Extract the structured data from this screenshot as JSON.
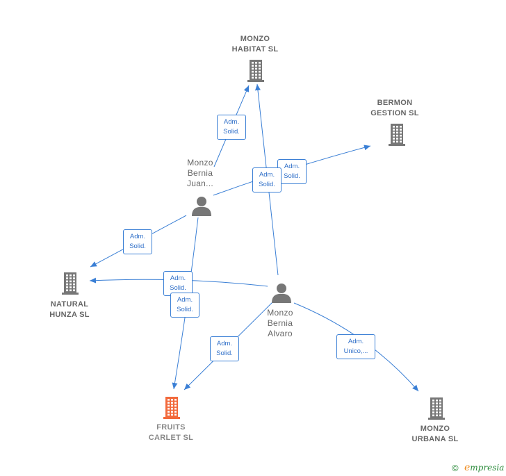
{
  "nodes": {
    "monzo_habitat": {
      "lines": [
        "MONZO",
        "HABITAT  SL"
      ],
      "icon": "building-icon"
    },
    "bermon": {
      "lines": [
        "BERMON",
        "GESTION  SL"
      ],
      "icon": "building-icon"
    },
    "natural_hunza": {
      "lines": [
        "NATURAL",
        "HUNZA  SL"
      ],
      "icon": "building-icon"
    },
    "fruits_carlet": {
      "lines": [
        "FRUITS",
        "CARLET  SL"
      ],
      "icon": "building-icon",
      "color": "#f26a3c"
    },
    "monzo_urbana": {
      "lines": [
        "MONZO",
        "URBANA SL"
      ],
      "icon": "building-icon"
    },
    "juan": {
      "lines": [
        "Monzo",
        "Bernia",
        "Juan..."
      ],
      "icon": "person-icon"
    },
    "alvaro": {
      "lines": [
        "Monzo",
        "Bernia",
        "Alvaro"
      ],
      "icon": "person-icon"
    }
  },
  "edges": {
    "juan_habitat": [
      "Adm.",
      "Solid."
    ],
    "alvaro_habitat": [
      "Adm.",
      "Solid."
    ],
    "juan_bermon": [
      "Adm.",
      "Solid."
    ],
    "juan_natural": [
      "Adm.",
      "Solid."
    ],
    "alvaro_natural": [
      "Adm.",
      "Solid."
    ],
    "juan_fruits": [
      "Adm.",
      "Solid."
    ],
    "alvaro_fruits": [
      "Adm.",
      "Solid."
    ],
    "alvaro_urbana": [
      "Adm.",
      "Unico,..."
    ]
  },
  "colors": {
    "edge": "#3a7fd5",
    "building": "#777777",
    "highlight": "#f26a3c",
    "person": "#777777"
  },
  "footer": {
    "copyright": "©",
    "brand_initial": "e",
    "brand_rest": "mpresia"
  }
}
